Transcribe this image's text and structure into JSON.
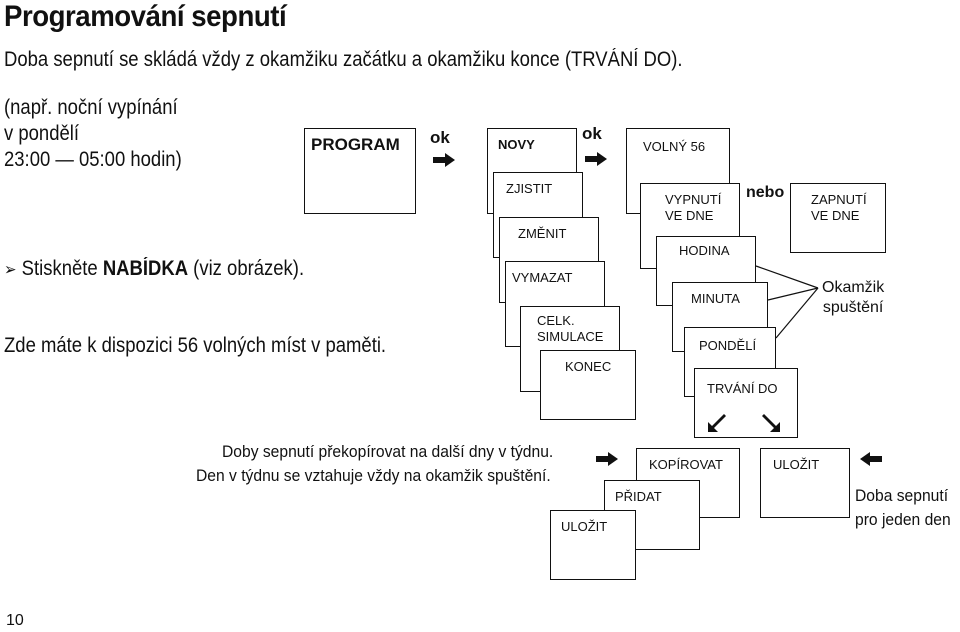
{
  "title": "Programování sepnutí",
  "intro": "Doba sepnutí se skládá vždy z okamžiku začátku a okamžiku konce (TRVÁNÍ DO).",
  "example": [
    "(např. noční vypínání",
    "v pondělí",
    "23:00 — 05:00 hodin)"
  ],
  "step_prefix": "Stiskněte ",
  "step_bold": "NABÍDKA",
  "step_suffix": " (viz obrázek).",
  "memory_note": "Zde máte k dispozici 56 volných míst v paměti.",
  "diagram": {
    "program": "PROGRAM",
    "ok1": "ok",
    "ok2": "ok",
    "novy": "NOVY",
    "zjistit": "ZJISTIT",
    "zmenit": "ZMĚNIT",
    "vymazat": "VYMAZAT",
    "celk_simulace": [
      "CELK.",
      "SIMULACE"
    ],
    "konec": "KONEC",
    "volny": "VOLNÝ 56",
    "vypnuti": [
      "VYPNUTÍ",
      "VE DNE"
    ],
    "nebo": "nebo",
    "zapnuti": [
      "ZAPNUTÍ",
      "VE DNE"
    ],
    "hodina": "HODINA",
    "minuta": "MINUTA",
    "pondeli": "PONDĚLÍ",
    "trvani": "TRVÁNÍ DO",
    "okamzik": [
      "Okamžik",
      "spuštění"
    ]
  },
  "copy_note": [
    "Doby sepnutí překopírovat na další dny v týdnu.",
    "Den v týdnu se vztahuje vždy na okamžik spuštění."
  ],
  "copy_diagram": {
    "ulozit1": "ULOŽIT",
    "pridat": "PŘIDAT",
    "kopirovat": "KOPÍROVAT",
    "ulozit2": "ULOŽIT",
    "doba": [
      "Doba sepnutí",
      "pro jeden den"
    ]
  },
  "page_number": "10"
}
